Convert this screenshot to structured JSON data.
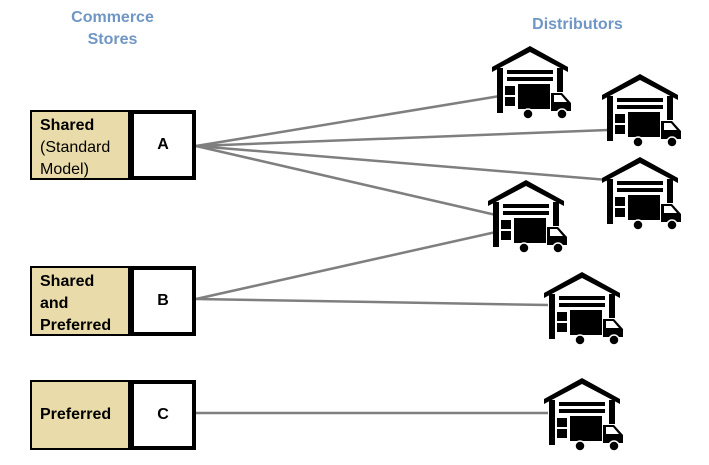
{
  "headers": {
    "stores_line1": "Commerce",
    "stores_line2": "Stores",
    "distributors": "Distributors"
  },
  "store_groups": [
    {
      "label_lines": [
        "Shared",
        "(Standard",
        "Model)"
      ],
      "letter": "A"
    },
    {
      "label_lines": [
        "Shared",
        "and",
        "Preferred"
      ],
      "letter": "B"
    },
    {
      "label_lines": [
        "Preferred"
      ],
      "letter": "C"
    }
  ],
  "distributor_icon": "warehouse-truck-icon",
  "colors": {
    "header": "#6f96c4",
    "label_fill": "#eadcaa",
    "line": "#7f7f7f"
  }
}
